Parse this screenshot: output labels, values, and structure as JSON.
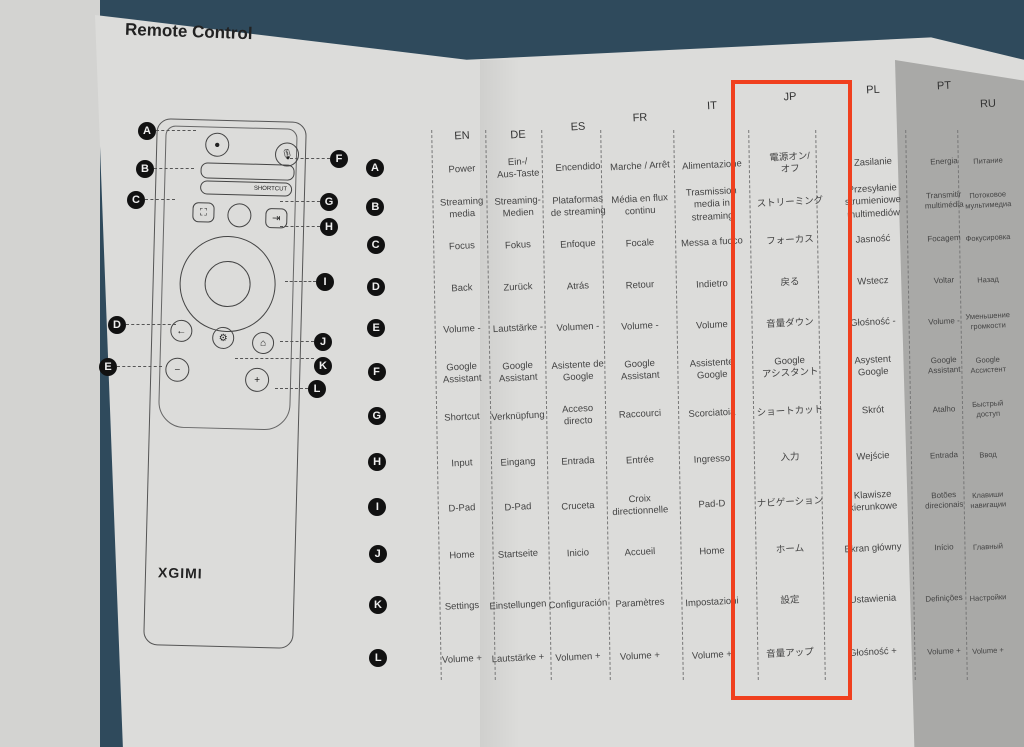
{
  "title": "Remote Control",
  "remote": {
    "logo": "XGIMI",
    "shortcut_label": "SHORTCUT",
    "badges": [
      "A",
      "B",
      "C",
      "D",
      "E",
      "F",
      "G",
      "H",
      "I",
      "J",
      "K",
      "L"
    ]
  },
  "highlight_color": "#f0401e",
  "table": {
    "row_keys": [
      "A",
      "B",
      "C",
      "D",
      "E",
      "F",
      "G",
      "H",
      "I",
      "J",
      "K",
      "L"
    ],
    "columns": [
      {
        "lang": "EN",
        "cells": [
          "Power",
          "Streaming\nmedia",
          "Focus",
          "Back",
          "Volume -",
          "Google\nAssistant",
          "Shortcut",
          "Input",
          "D-Pad",
          "Home",
          "Settings",
          "Volume +"
        ]
      },
      {
        "lang": "DE",
        "cells": [
          "Ein-/\nAus-Taste",
          "Streaming-\nMedien",
          "Fokus",
          "Zurück",
          "Lautstärke -",
          "Google\nAssistant",
          "Verknüpfung",
          "Eingang",
          "D-Pad",
          "Startseite",
          "Einstellungen",
          "Lautstärke +"
        ]
      },
      {
        "lang": "ES",
        "cells": [
          "Encendido",
          "Plataformas\nde streaming",
          "Enfoque",
          "Atrás",
          "Volumen -",
          "Asistente de\nGoogle",
          "Acceso\ndirecto",
          "Entrada",
          "Cruceta",
          "Inicio",
          "Configuración",
          "Volumen +"
        ]
      },
      {
        "lang": "FR",
        "cells": [
          "Marche / Arrêt",
          "Média en flux\ncontinu",
          "Focale",
          "Retour",
          "Volume -",
          "Google\nAssistant",
          "Raccourci",
          "Entrée",
          "Croix\ndirectionnelle",
          "Accueil",
          "Paramètres",
          "Volume +"
        ]
      },
      {
        "lang": "IT",
        "cells": [
          "Alimentazione",
          "Trasmission\nmedia in\nstreaming",
          "Messa a fuoco",
          "Indietro",
          "Volume",
          "Assistente\nGoogle",
          "Scorciatoia",
          "Ingresso",
          "Pad-D",
          "Home",
          "Impostazioni",
          "Volume +"
        ]
      },
      {
        "lang": "JP",
        "cells": [
          "電源オン/\nオフ",
          "ストリーミング",
          "フォーカス",
          "戻る",
          "音量ダウン",
          "Google\nアシスタント",
          "ショートカット",
          "入力",
          "ナビゲーション",
          "ホーム",
          "設定",
          "音量アップ"
        ]
      },
      {
        "lang": "PL",
        "cells": [
          "Zasilanie",
          "Przesyłanie\nstrumieniowe\nmultimediów",
          "Jasność",
          "Wstecz",
          "Głośność -",
          "Asystent\nGoogle",
          "Skrót",
          "Wejście",
          "Klawisze\nkierunkowe",
          "Ekran główny",
          "Ustawienia",
          "Głośność +"
        ]
      },
      {
        "lang": "PT",
        "cells": [
          "Energia",
          "Transmitir\nmultimédia",
          "Focagem",
          "Voltar",
          "Volume -",
          "Google\nAssistant",
          "Atalho",
          "Entrada",
          "Botões\ndirecionais",
          "Início",
          "Definições",
          "Volume +"
        ]
      },
      {
        "lang": "RU",
        "cells": [
          "Питание",
          "Потоковое\nмультимедиа",
          "Фокусировка",
          "Назад",
          "Уменьшение\nгромкости",
          "Google\nАссистент",
          "Быстрый\nдоступ",
          "Ввод",
          "Клавиши\nнавигации",
          "Главный",
          "Настройки",
          "Volume +"
        ]
      }
    ]
  }
}
